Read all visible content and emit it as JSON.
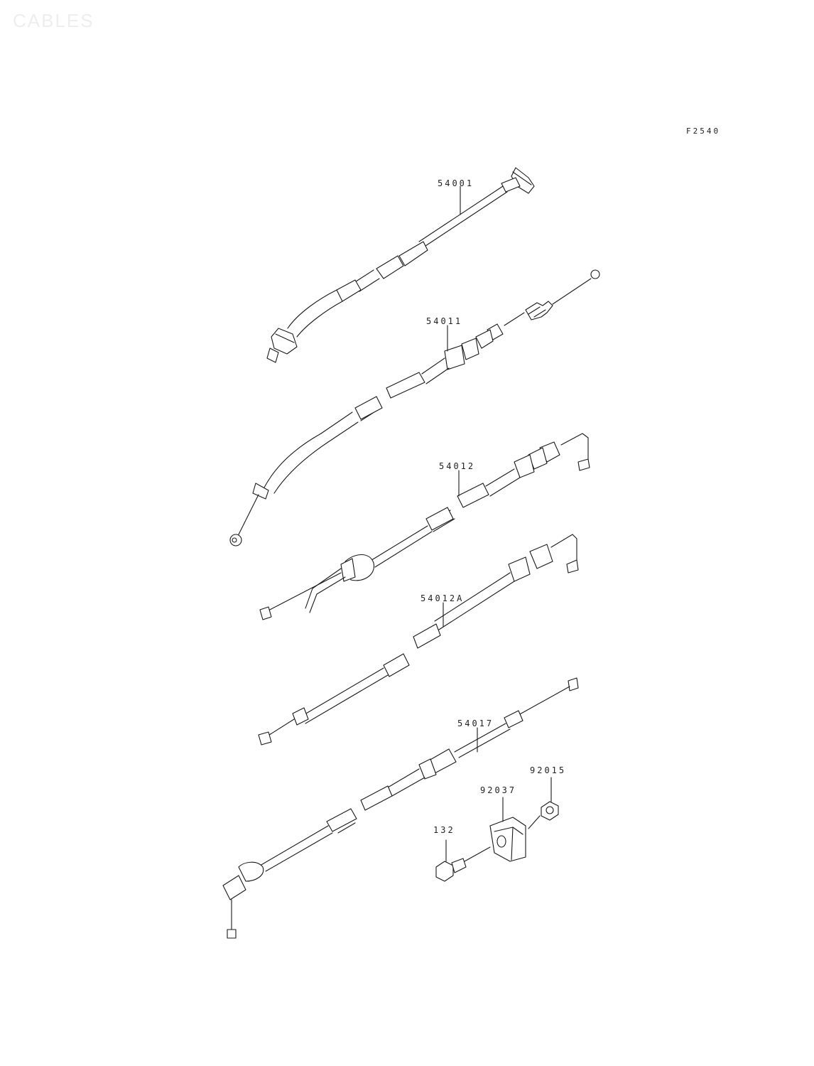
{
  "header": {
    "watermark": "CABLES",
    "figure_code": "F2540"
  },
  "parts": [
    {
      "id": "54001",
      "label": "54001"
    },
    {
      "id": "54011",
      "label": "54011"
    },
    {
      "id": "54012",
      "label": "54012"
    },
    {
      "id": "54012A",
      "label": "54012A"
    },
    {
      "id": "54017",
      "label": "54017"
    },
    {
      "id": "92015",
      "label": "92015"
    },
    {
      "id": "92037",
      "label": "92037"
    },
    {
      "id": "132",
      "label": "132"
    }
  ]
}
